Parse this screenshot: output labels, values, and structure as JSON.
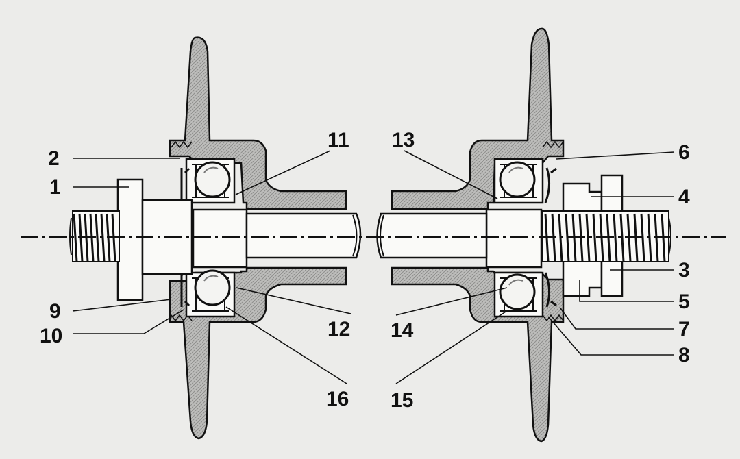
{
  "callouts": {
    "c1": "1",
    "c2": "2",
    "c3": "3",
    "c4": "4",
    "c5": "5",
    "c6": "6",
    "c7": "7",
    "c8": "8",
    "c9": "9",
    "c10": "10",
    "c11": "11",
    "c12": "12",
    "c13": "13",
    "c14": "14",
    "c15": "15",
    "c16": "16"
  },
  "colors": {
    "background": "#ececea",
    "line": "#1a1a1a",
    "hatch": "#9c9c9c",
    "part_fill": "#f7f7f5"
  }
}
